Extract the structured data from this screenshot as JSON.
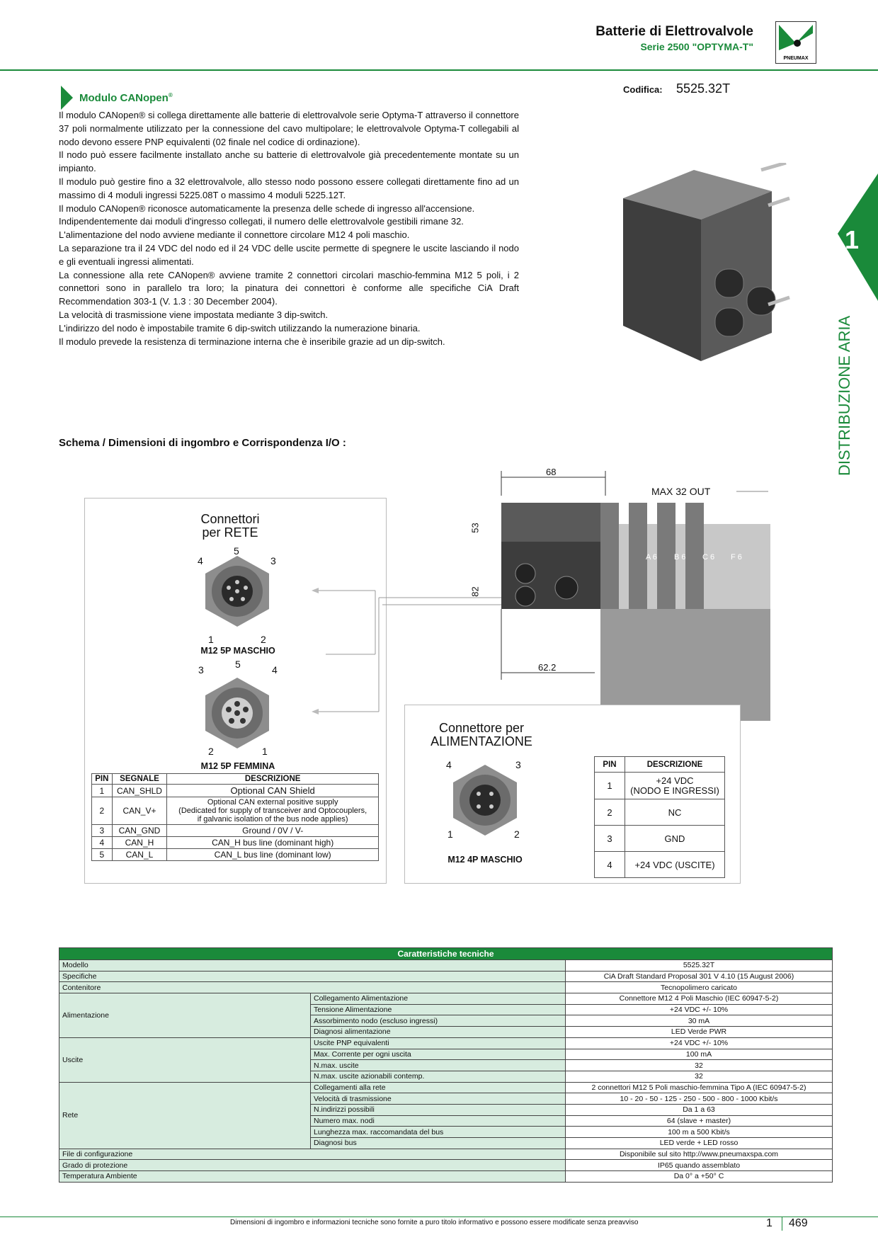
{
  "header": {
    "title": "Batterie di Elettrovalvole",
    "subtitle": "Serie 2500 \"OPTYMA-T\"",
    "logo_text": "PNEUMAX"
  },
  "section": {
    "title": "Modulo CANopen",
    "reg": "®",
    "codifica_label": "Codifica:",
    "codifica_value": "5525.32T"
  },
  "body": [
    "Il modulo CANopen® si collega direttamente alle batterie di elettrovalvole serie Optyma-T attraverso il connettore 37 poli normalmente utilizzato per la connessione del cavo multipolare; le elettrovalvole Optyma-T collegabili al nodo devono essere PNP equivalenti (02 finale nel codice di ordinazione).",
    "Il nodo può essere facilmente installato anche su batterie di elettrovalvole già precedentemente montate su un impianto.",
    "Il modulo può gestire fino a 32 elettrovalvole, allo stesso nodo possono essere collegati direttamente fino ad un massimo di 4 moduli ingressi 5225.08T o massimo 4 moduli 5225.12T.",
    "Il modulo CANopen® riconosce automaticamente la presenza delle schede di ingresso all'accensione.",
    "Indipendentemente dai moduli d'ingresso collegati, il numero delle elettrovalvole gestibili rimane 32.",
    "L'alimentazione del nodo avviene mediante il connettore circolare M12 4 poli maschio.",
    "La separazione tra il 24 VDC del nodo ed il 24 VDC delle uscite permette di spegnere le uscite lasciando il nodo e gli eventuali ingressi alimentati.",
    "La connessione alla rete CANopen® avviene tramite 2 connettori circolari maschio-femmina M12 5 poli, i 2 connettori sono in parallelo tra loro; la pinatura dei connettori è conforme alle specifiche CiA Draft Recommendation 303-1 (V. 1.3 : 30 December 2004).",
    "La velocità di trasmissione viene impostata mediante 3 dip-switch.",
    "L'indirizzo del nodo è impostabile tramite 6 dip-switch utilizzando la numerazione binaria.",
    "Il modulo prevede la resistenza di terminazione interna che è inseribile grazie ad un dip-switch."
  ],
  "side": {
    "number": "1",
    "vertical": "DISTRIBUZIONE ARIA"
  },
  "schema": {
    "title": "Schema / Dimensioni di ingombro e Corrispondenza I/O :",
    "rete_label": "Connettori\nper RETE",
    "alim_label": "Connettore per\nALIMENTAZIONE",
    "m12_maschio": "M12 5P MASCHIO",
    "m12_femmina": "M12 5P FEMMINA",
    "m12_4p": "M12 4P MASCHIO",
    "pins_maschio": [
      "4",
      "5",
      "3",
      "1",
      "2"
    ],
    "pins_femmina": [
      "3",
      "5",
      "4",
      "2",
      "1"
    ],
    "pins_4p": [
      "4",
      "3",
      "1",
      "2"
    ],
    "dim_68": "68",
    "dim_53": "53",
    "dim_82": "82",
    "dim_622": "62.2",
    "max_out": "MAX 32 OUT",
    "valve_labels": [
      "A 6",
      "B 6",
      "C 6",
      "F 6"
    ]
  },
  "can_table": {
    "headers": [
      "PIN",
      "SEGNALE",
      "DESCRIZIONE"
    ],
    "rows": [
      [
        "1",
        "CAN_SHLD",
        "Optional CAN Shield"
      ],
      [
        "2",
        "CAN_V+",
        "Optional CAN external positive supply\n(Dedicated for supply of transceiver and Optocouplers,\nif galvanic isolation of the bus node applies)"
      ],
      [
        "3",
        "CAN_GND",
        "Ground / 0V / V-"
      ],
      [
        "4",
        "CAN_H",
        "CAN_H bus line (dominant high)"
      ],
      [
        "5",
        "CAN_L",
        "CAN_L bus line (dominant low)"
      ]
    ]
  },
  "alim_table": {
    "headers": [
      "PIN",
      "DESCRIZIONE"
    ],
    "rows": [
      [
        "1",
        "+24 VDC\n(NODO E INGRESSI)"
      ],
      [
        "2",
        "NC"
      ],
      [
        "3",
        "GND"
      ],
      [
        "4",
        "+24 VDC (USCITE)"
      ]
    ]
  },
  "tech": {
    "title": "Caratteristiche tecniche",
    "simple_top": [
      [
        "Modello",
        "5525.32T"
      ],
      [
        "Specifiche",
        "CiA Draft Standard Proposal 301 V 4.10 (15 August 2006)"
      ],
      [
        "Contenitore",
        "Tecnopolimero caricato"
      ]
    ],
    "groups": [
      {
        "name": "Alimentazione",
        "rows": [
          [
            "Collegamento Alimentazione",
            "Connettore M12 4 Poli Maschio (IEC 60947-5-2)"
          ],
          [
            "Tensione Alimentazione",
            "+24 VDC +/- 10%"
          ],
          [
            "Assorbimento nodo (escluso ingressi)",
            "30 mA"
          ],
          [
            "Diagnosi alimentazione",
            "LED Verde PWR"
          ]
        ]
      },
      {
        "name": "Uscite",
        "rows": [
          [
            "Uscite PNP equivalenti",
            "+24 VDC +/- 10%"
          ],
          [
            "Max. Corrente per ogni uscita",
            "100 mA"
          ],
          [
            "N.max. uscite",
            "32"
          ],
          [
            "N.max. uscite azionabili contemp.",
            "32"
          ]
        ]
      },
      {
        "name": "Rete",
        "rows": [
          [
            "Collegamenti alla rete",
            "2 connettori M12 5 Poli maschio-femmina Tipo A (IEC 60947-5-2)"
          ],
          [
            "Velocità di trasmissione",
            "10 - 20 - 50 - 125 - 250 - 500 - 800 - 1000 Kbit/s"
          ],
          [
            "N.indirizzi possibili",
            "Da 1 a 63"
          ],
          [
            "Numero max. nodi",
            "64 (slave + master)"
          ],
          [
            "Lunghezza max. raccomandata del bus",
            "100 m a 500 Kbit/s"
          ],
          [
            "Diagnosi bus",
            "LED verde + LED rosso"
          ]
        ]
      }
    ],
    "simple_bottom": [
      [
        "File di configurazione",
        "Disponibile sul sito http://www.pneumaxspa.com"
      ],
      [
        "Grado di protezione",
        "IP65 quando assemblato"
      ],
      [
        "Temperatura Ambiente",
        "Da 0° a +50° C"
      ]
    ]
  },
  "footer": {
    "note": "Dimensioni di ingombro e informazioni tecniche sono fornite a puro titolo informativo e possono essere modificate senza preavviso",
    "chapter": "1",
    "page": "469"
  }
}
